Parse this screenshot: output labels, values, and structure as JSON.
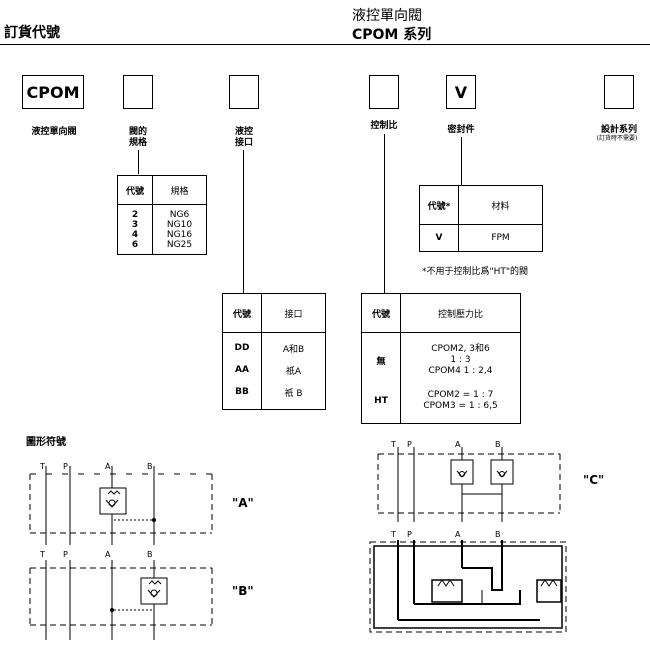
{
  "header": {
    "left_title": "訂貨代號",
    "right_title_line1": "液控單向閥",
    "right_title_line2": "CPOM 系列"
  },
  "code": {
    "model_box": "CPOM",
    "model_label": "液控單向閥",
    "size_label_1": "閥的",
    "size_label_2": "規格",
    "conn_label_1": "液控",
    "conn_label_2": "接口",
    "ratio_label": "控制比",
    "seal_box": "V",
    "seal_label": "密封件",
    "design_label": "設計系列",
    "design_note": "(訂貨時不需要)"
  },
  "size_table": {
    "headers": [
      "代號",
      "規格"
    ],
    "rows": [
      [
        "2",
        "NG6"
      ],
      [
        "3",
        "NG10"
      ],
      [
        "4",
        "NG16"
      ],
      [
        "6",
        "NG25"
      ]
    ]
  },
  "seal_table": {
    "headers": [
      "代號*",
      "材料"
    ],
    "rows": [
      [
        "V",
        "FPM"
      ]
    ],
    "footnote": "*不用于控制比爲\"HT\"的閥"
  },
  "conn_table": {
    "headers": [
      "代號",
      "接口"
    ],
    "rows": [
      [
        "DD",
        "A和B"
      ],
      [
        "AA",
        "祇A"
      ],
      [
        "BB",
        "祇 B"
      ]
    ]
  },
  "ratio_table": {
    "headers": [
      "代號",
      "控制壓力比"
    ],
    "rows": [
      {
        "code": "無",
        "lines": [
          "CPOM2, 3和6",
          "1 : 3",
          "CPOM4 1 : 2,4"
        ]
      },
      {
        "code": "HT",
        "lines": [
          "CPOM2 = 1 : 7",
          "CPOM3 = 1 : 6,5"
        ]
      }
    ]
  },
  "symbols": {
    "title": "圖形符號",
    "port_T": "T",
    "port_P": "P",
    "port_A": "A",
    "port_B": "B",
    "tag_a": "\"A\"",
    "tag_b": "\"B\"",
    "tag_c": "\"C\""
  }
}
